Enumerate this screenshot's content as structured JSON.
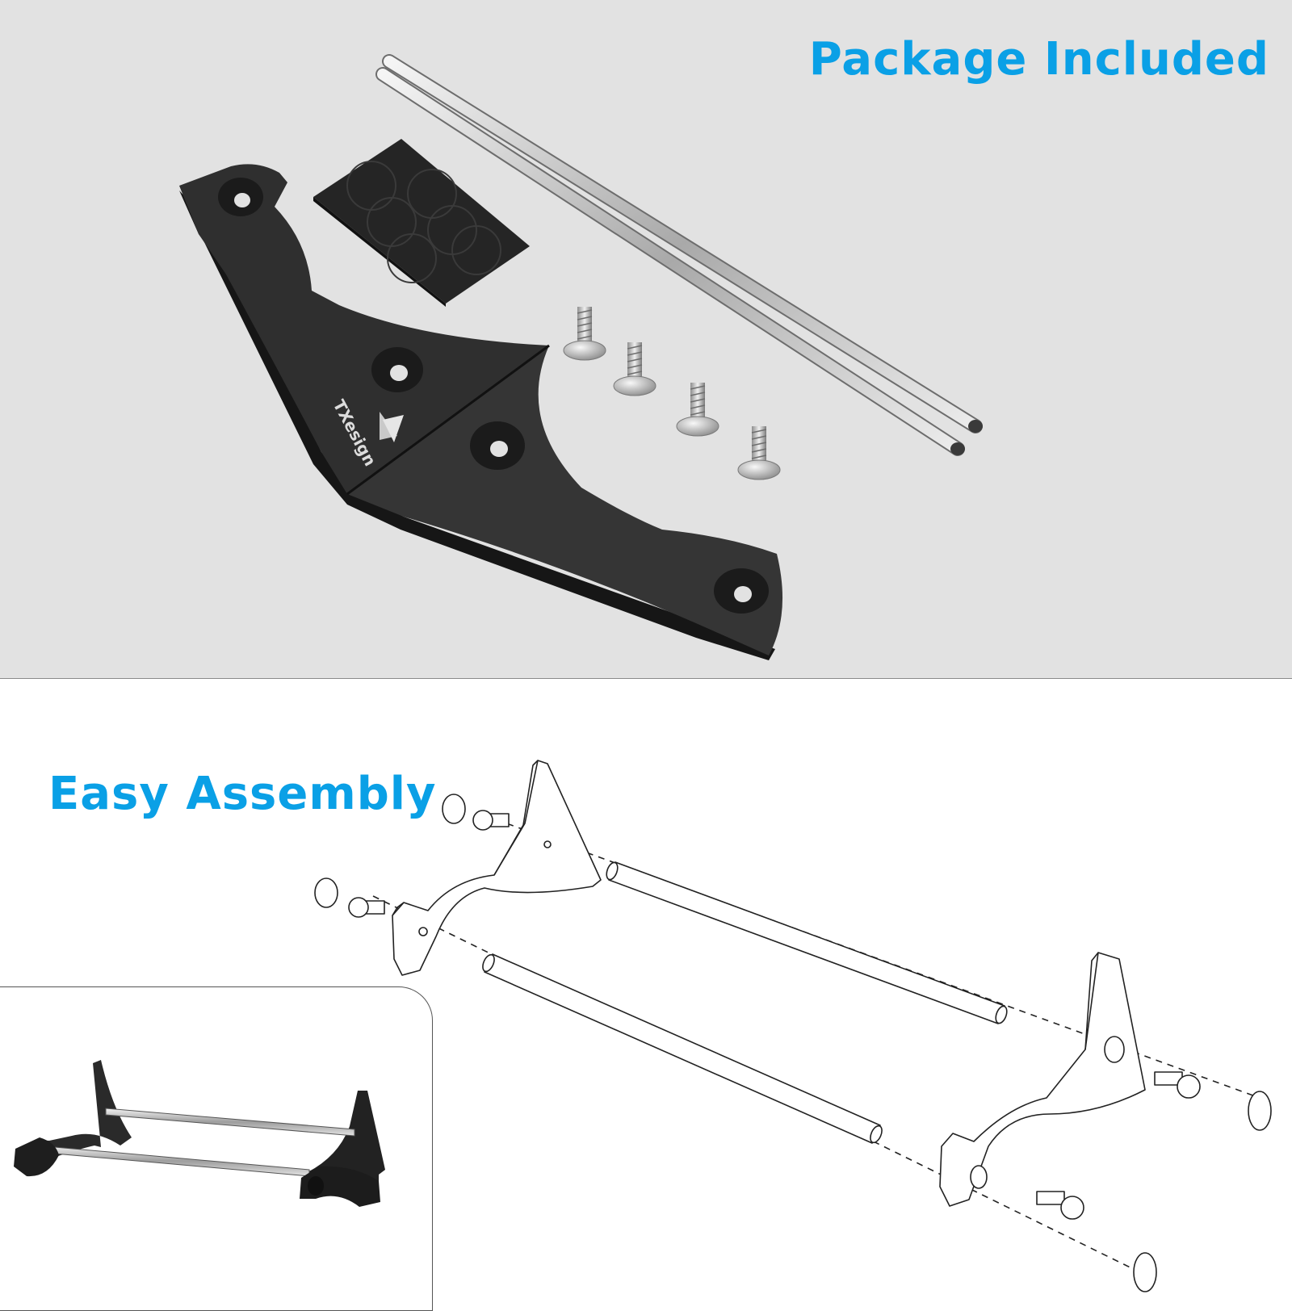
{
  "package_section": {
    "heading": "Package Included",
    "heading_color": "#0aa0e6",
    "background_color": "#e2e2e2",
    "brand_mark": "TXesign",
    "items": [
      "bracket-pair",
      "rubber-pad-sheet",
      "screws",
      "metal-rods"
    ],
    "screw_count": 4,
    "rod_count": 2,
    "rubber_pad_dots": 6
  },
  "assembly_section": {
    "heading": "Easy Assembly",
    "heading_color": "#0aa0e6"
  },
  "colors": {
    "bracket": "#2e2e2e",
    "rod": "#c6c6c6",
    "line_drawing": "#222222"
  }
}
